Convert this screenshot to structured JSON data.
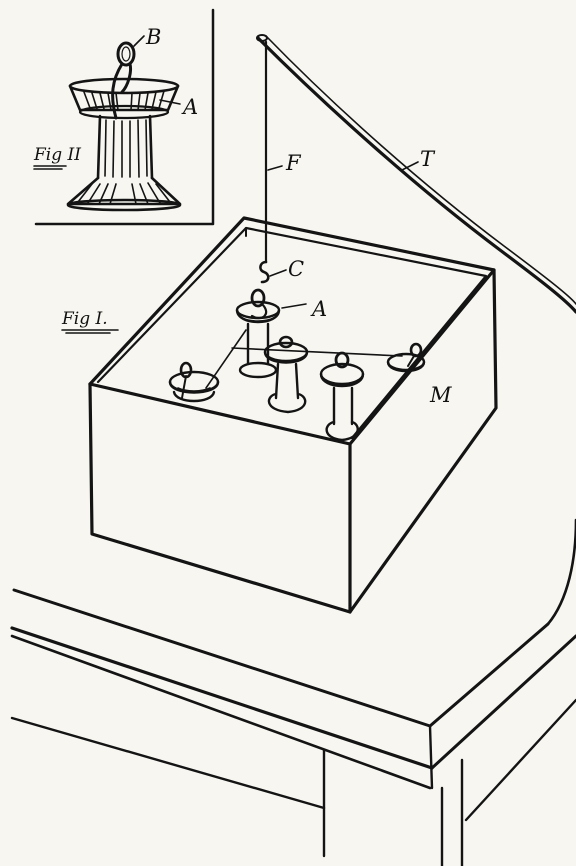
{
  "labels": {
    "fig1": "Fig I.",
    "fig2": "Fig II",
    "a_inset": "A",
    "b_inset": "B",
    "a_main": "A",
    "c": "C",
    "f": "F",
    "t": "T",
    "m": "M"
  },
  "colors": {
    "paper": "#f7f6f1",
    "ink": "#141414"
  }
}
